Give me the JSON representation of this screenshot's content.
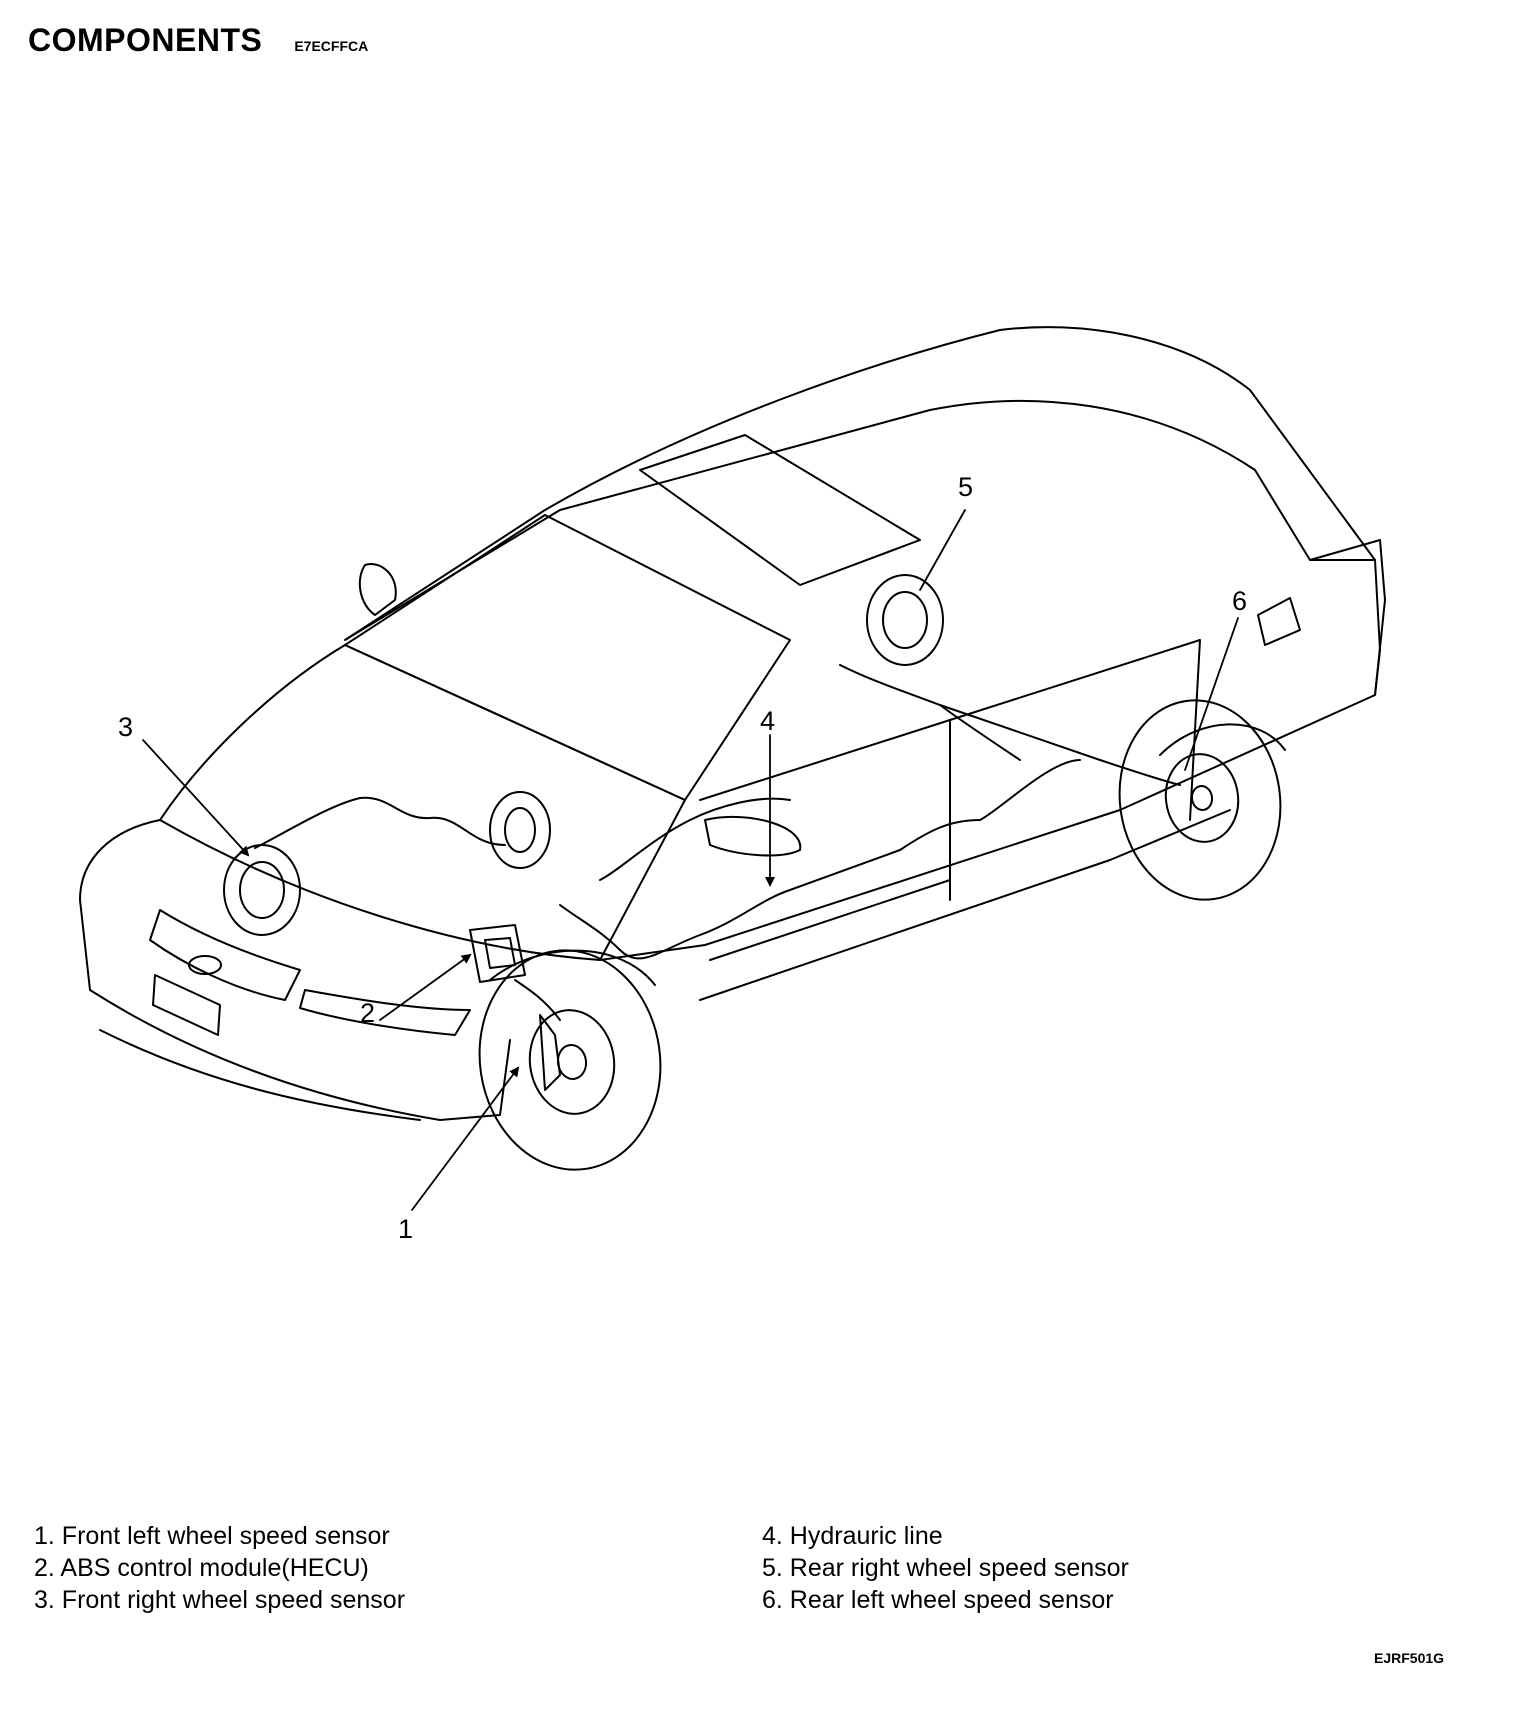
{
  "header": {
    "title": "COMPONENTS",
    "code": "E7ECFFCA"
  },
  "callouts": [
    "1",
    "2",
    "3",
    "4",
    "5",
    "6"
  ],
  "legend": {
    "left": [
      "1. Front left wheel speed sensor",
      "2. ABS control module(HECU)",
      "3. Front right wheel speed sensor"
    ],
    "right": [
      "4. Hydrauric line",
      "5. Rear right wheel speed sensor",
      "6. Rear left wheel speed sensor"
    ]
  },
  "figure_id": "EJRF501G"
}
